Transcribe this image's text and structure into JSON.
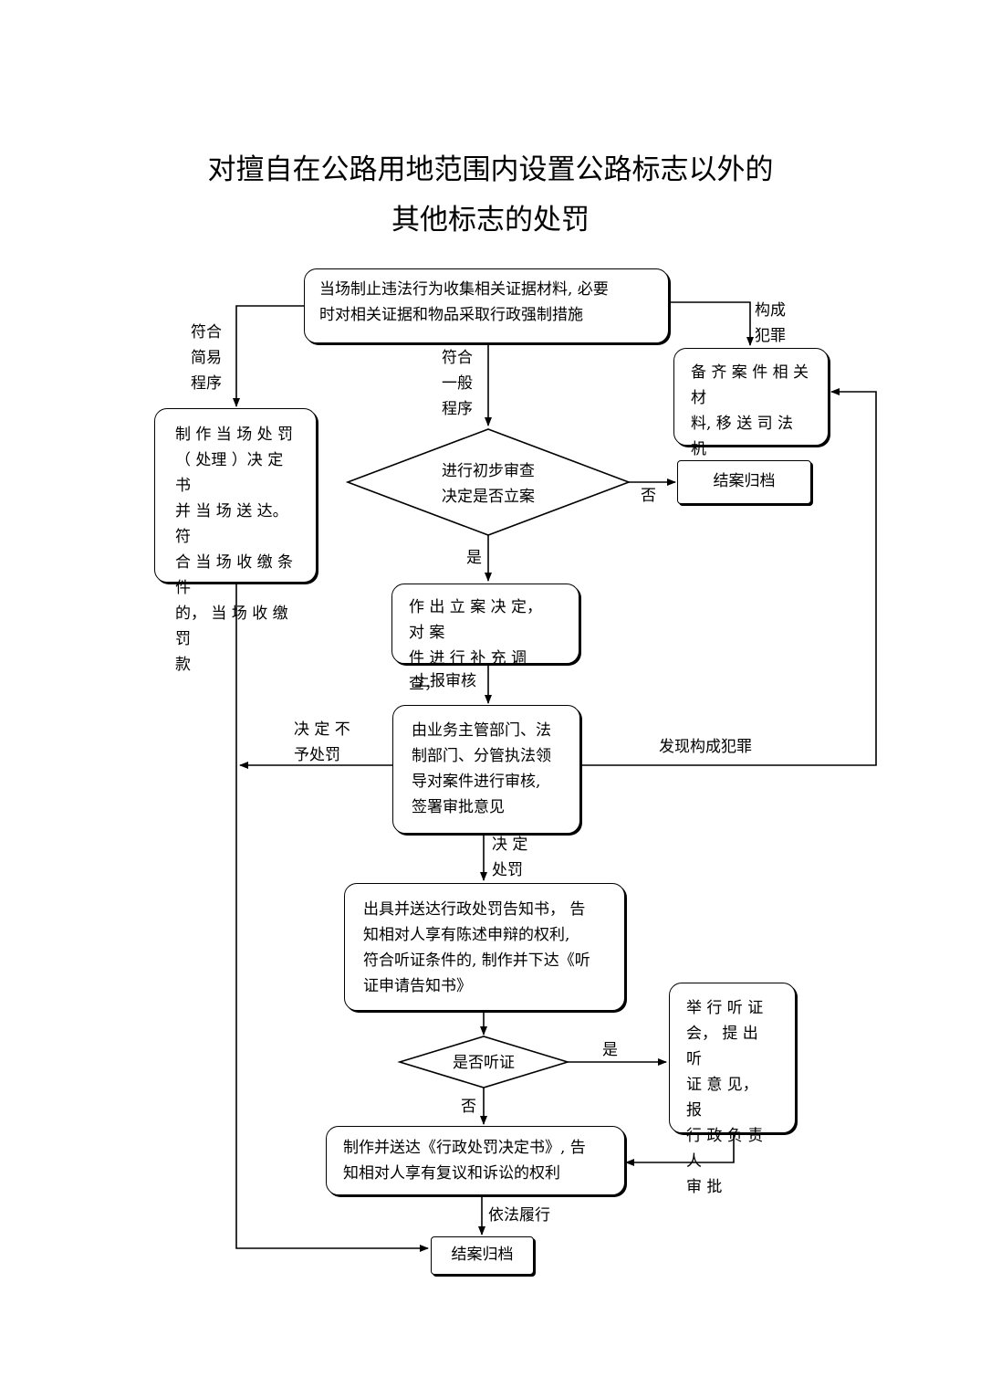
{
  "title": {
    "line1": "对擅自在公路用地范围内设置公路标志以外的",
    "line2": "其他标志的处罚"
  },
  "nodes": {
    "start": "当场制止违法行为收集相关证据材料, 必要\n时对相关证据和物品采取行政强制措施",
    "simple_penalty": "制 作 当 场 处 罚\n（ 处理 ）决 定 书\n并 当 场 送 达。 符\n合 当 场 收 缴 条 件\n的， 当 场 收 缴 罚\n款",
    "transfer": "备 齐 案 件 相 关 材\n料, 移 送 司 法 机\n关 进 行 处 理",
    "review_decision": "进行初步审查\n决定是否立案",
    "close_no": "结案归档",
    "filing": "作 出 立 案 决 定， 对 案\n件 进 行 补 充 调 查，",
    "approval": "由业务主管部门、法\n制部门、分管执法领\n导对案件进行审核,\n签署审批意见",
    "notice": "出具并送达行政处罚告知书， 告\n知相对人享有陈述申辩的权利,\n符合听证条件的, 制作并下达《听\n证申请告知书》",
    "hearing_decision": "是否听证",
    "hearing": "举 行 听 证\n会， 提 出 听\n证 意 见， 报\n行 政 负 责 人\n审 批",
    "decision_doc": "制作并送达《行政处罚决定书》, 告\n知相对人享有复议和诉讼的权利",
    "close_final": "结案归档"
  },
  "edge_labels": {
    "simple": "符合\n简易\n程序",
    "general": "符合\n一般\n程序",
    "crime": "构成\n犯罪",
    "no": "否",
    "yes": "是",
    "report": "上报审核",
    "no_penalty": "决 定 不\n予处罚",
    "found_crime": "发现构成犯罪",
    "decide_penalty": "决 定\n处罚",
    "hearing_yes": "是",
    "hearing_no": "否",
    "enforce": "依法履行"
  }
}
